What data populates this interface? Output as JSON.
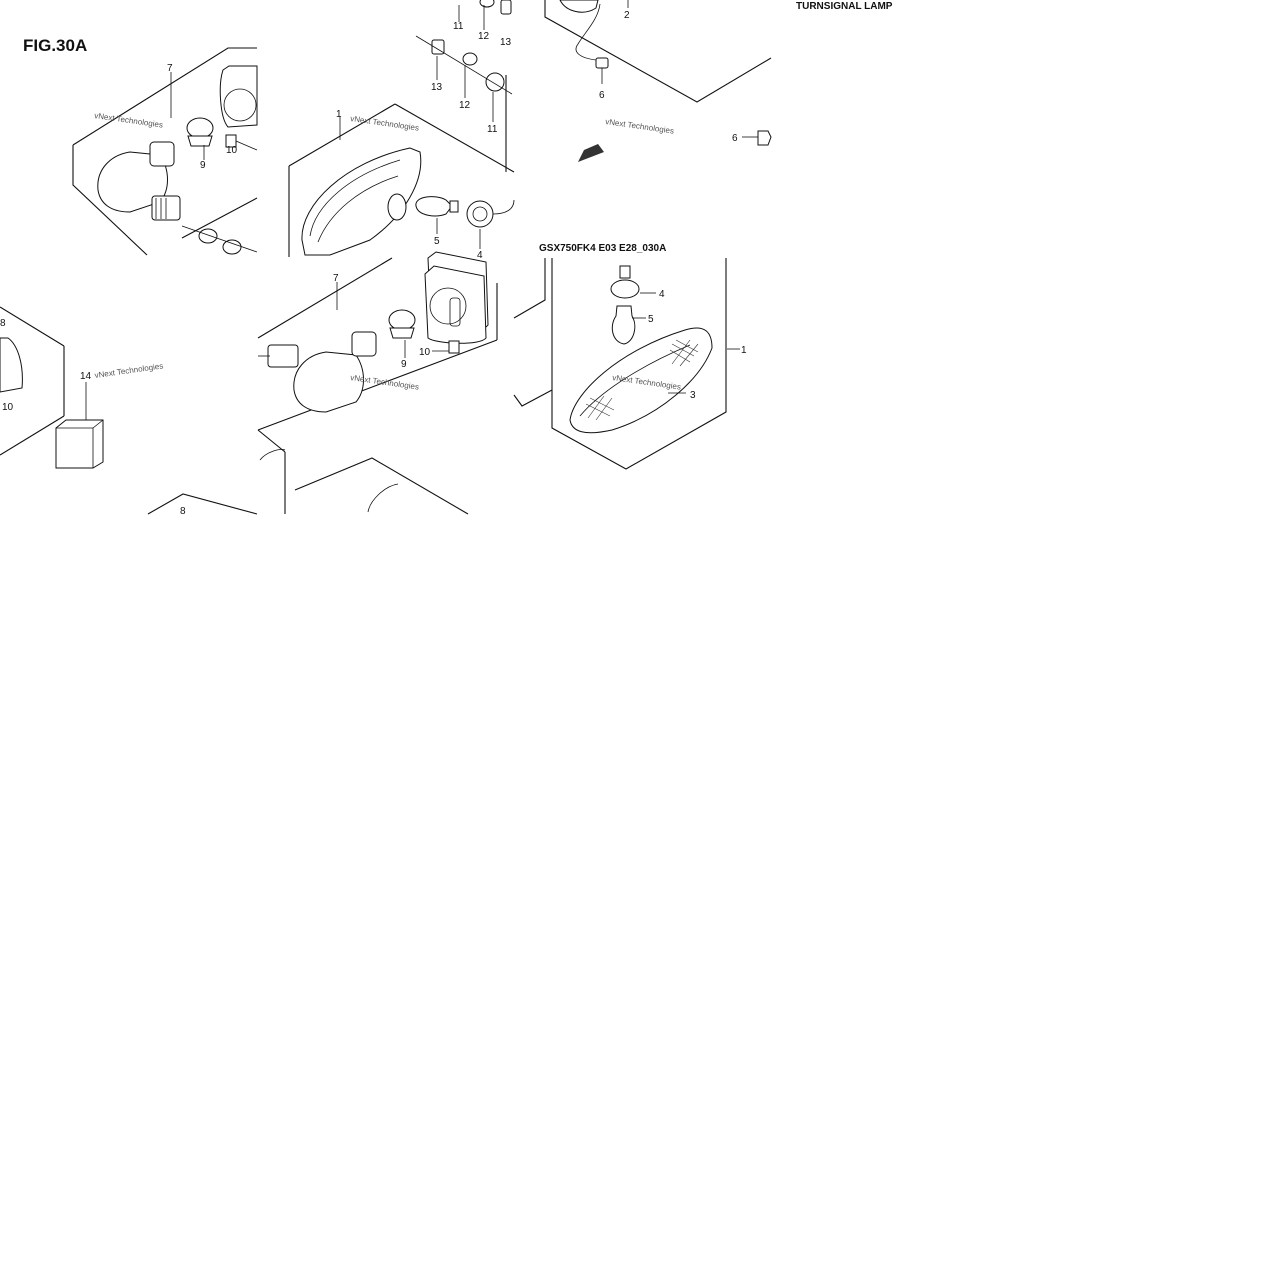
{
  "figure_label": "FIG.30A",
  "section_title": "TURNSIGNAL LAMP",
  "model_code": "GSX750FK4 E03 E28_030A",
  "watermark": "vNext Technologies",
  "callouts": {
    "q1": {
      "c7": "7",
      "c9": "9",
      "c10": "10"
    },
    "q2": {
      "c11a": "11",
      "c12a": "12",
      "c13a": "13",
      "c13b": "13",
      "c12b": "12",
      "c11b": "11",
      "c1": "1",
      "c5": "5",
      "c4": "4"
    },
    "q3": {
      "c2": "2",
      "c6a": "6",
      "c6b": "6"
    },
    "q4": {
      "c8a": "8",
      "c10": "10",
      "c14": "14",
      "c8b": "8"
    },
    "q5": {
      "c7": "7",
      "c9": "9",
      "c10": "10"
    },
    "q6": {
      "c4": "4",
      "c5": "5",
      "c1": "1",
      "c3": "3"
    }
  }
}
